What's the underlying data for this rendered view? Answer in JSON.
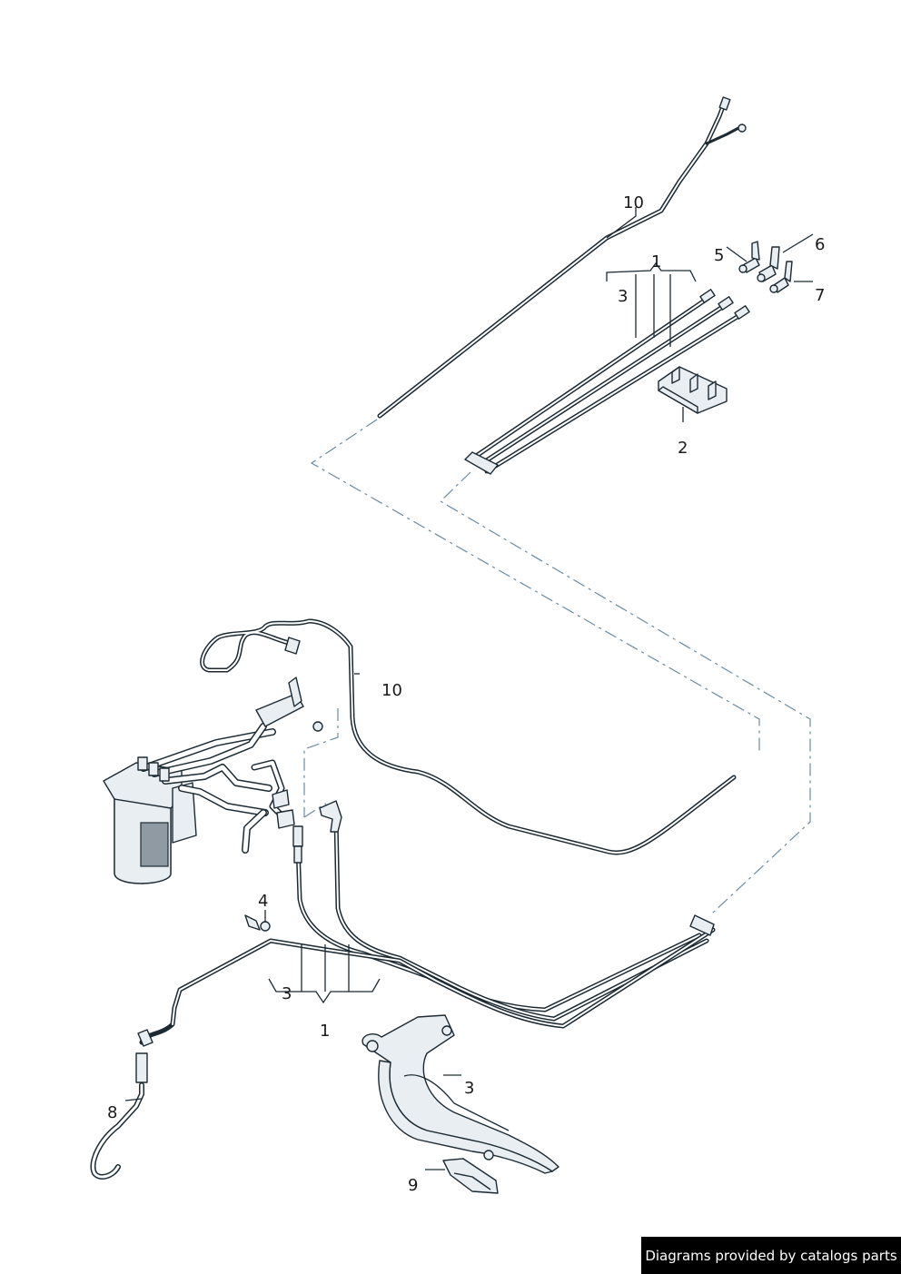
{
  "labels": {
    "l10_top": "10",
    "l1_top": "1",
    "l3_top": "3",
    "l5": "5",
    "l6": "6",
    "l7": "7",
    "l2": "2",
    "l10_mid": "10",
    "l4": "4",
    "l3_bot": "3",
    "l1_bot": "1",
    "l3_shield": "3",
    "l8": "8",
    "l9": "9"
  },
  "footer": {
    "text": "Diagrams provided by catalogs parts"
  },
  "colors": {
    "line": "#1c2a33",
    "dash": "#6c8aa0",
    "part_fill": "#e9eef2",
    "footer_bg": "#000000"
  }
}
